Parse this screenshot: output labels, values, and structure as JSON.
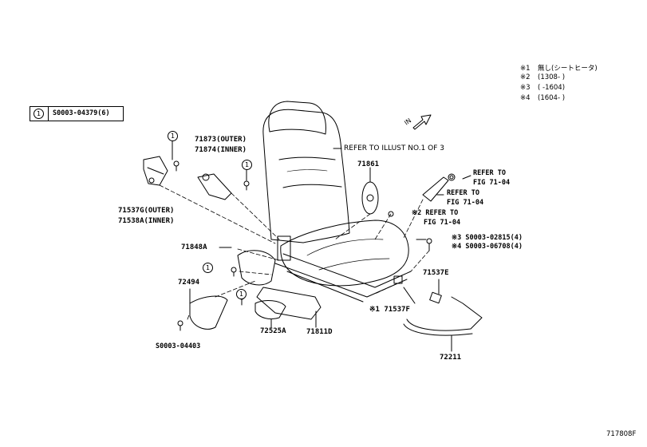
{
  "notes": [
    {
      "mark": "※1",
      "text": "無し(シートヒータ)"
    },
    {
      "mark": "※2",
      "text": "(1308-     )"
    },
    {
      "mark": "※3",
      "text": "(     -1604)"
    },
    {
      "mark": "※4",
      "text": "(1604-     )"
    }
  ],
  "legend": {
    "symbol": "1",
    "code": "S0003-04379(6)"
  },
  "in_label": "IN",
  "refer_illust": "REFER TO ILLUST NO.1 OF 3",
  "parts": {
    "p71873": "71873(OUTER)",
    "p71874": "71874(INNER)",
    "p71537g": "71537G(OUTER)",
    "p71538a": "71538A(INNER)",
    "p71861": "71861",
    "p71848a": "71848A",
    "p72494": "72494",
    "p72525a": "72525A",
    "p71811d": "71811D",
    "p71537e": "71537E",
    "p71537f": "※1 71537F",
    "p72211": "72211",
    "s04403": "S0003-04403",
    "s02815": "※3 S0003-02815(4)",
    "s06708": "※4 S0003-06708(4)",
    "ref1a": "REFER TO",
    "ref1b": "FIG 71-04",
    "ref2a": "REFER TO",
    "ref2b": "FIG 71-04",
    "ref3a": "※2 REFER TO",
    "ref3b": "FIG 71-04"
  },
  "circle_symbol": "1",
  "figure_id": "717808F"
}
